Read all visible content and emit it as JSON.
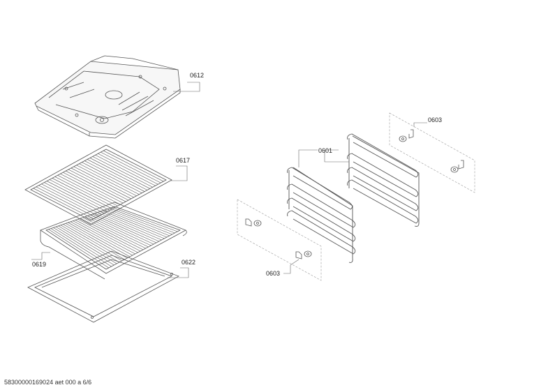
{
  "part_labels": {
    "cover_plate": "0612",
    "wire_rack_upper": "0617",
    "wire_rack_lower": "0619",
    "baking_tray": "0622",
    "side_rails": "0601",
    "clips_upper": "0603",
    "clips_lower": "0603"
  },
  "footer_text": "58300000169024 aet 000 a 6/6",
  "colors": {
    "line": "#555555",
    "leader": "#666666",
    "dashed_frame": "#999999"
  }
}
